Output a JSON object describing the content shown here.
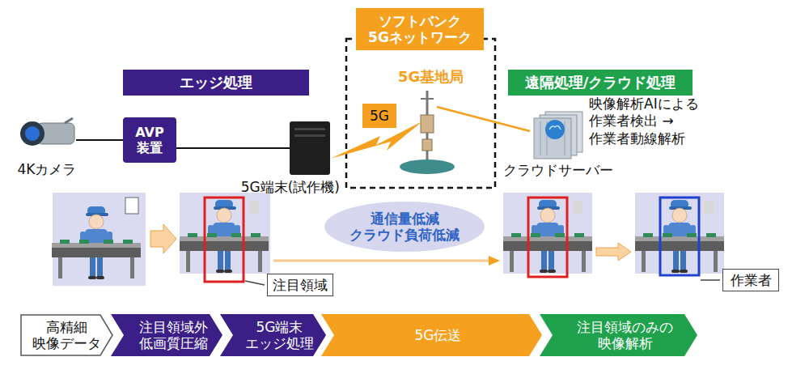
{
  "diagram": {
    "nodes": [
      {
        "text": [
          "ソフトバンク 5Gネットワーク"
        ]
      },
      {
        "text": [
          "エッジ処理"
        ]
      },
      {
        "text": [
          "遠隔処理/クラウド処理"
        ]
      },
      {
        "text": [
          "4Kカメラ"
        ]
      },
      {
        "text": [
          "AVP 装置"
        ]
      },
      {
        "text": [
          "5G端末(試作機)"
        ]
      },
      {
        "text": [
          "5G"
        ]
      },
      {
        "text": [
          "クラウドサーバー"
        ]
      },
      {
        "text": [
          "通信量低減 クラウド負荷低減"
        ]
      },
      {
        "text": [
          "注目領域"
        ]
      },
      {
        "text": [
          "作業者"
        ]
      },
      {
        "text": [
          "高精細 映像データ"
        ]
      },
      {
        "text": [
          "注目領域外 低画質圧縮"
        ]
      },
      {
        "text": [
          "5G端末 エッジ処理"
        ]
      },
      {
        "text": [
          "5G伝送"
        ]
      },
      {
        "text": [
          "注目領域のみの 映像解析"
        ]
      }
    ],
    "edges": [
      {
        "from": 3,
        "to": 4,
        "arrow": "none"
      },
      {
        "from": 4,
        "to": 5,
        "arrow": "none"
      }
    ],
    "labels": [
      "5G基地局",
      "映像解析AIによる 作業者検出 →作業者動線解析"
    ]
  }
}
